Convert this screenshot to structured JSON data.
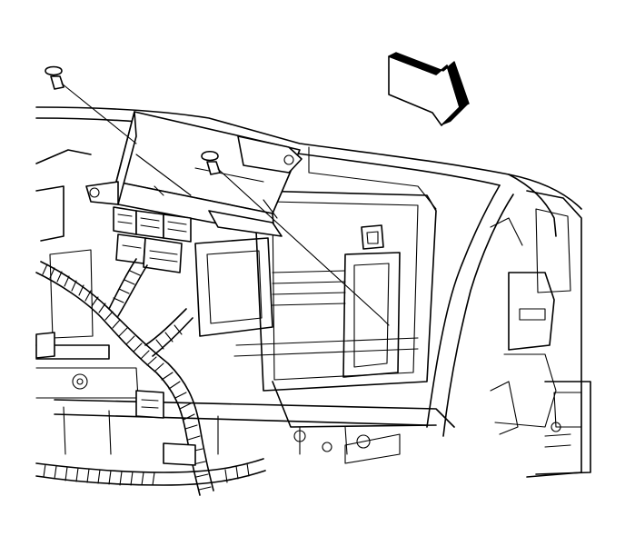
{
  "diagram": {
    "kind": "line-art",
    "colors": {
      "stroke": "#000000",
      "background": "#ffffff",
      "arrow_shade": "#000000"
    },
    "parts": [
      "module-bracket",
      "module-bolt-upper",
      "module-bolt-lower",
      "direction-arrow",
      "wiring-harness",
      "instrument-panel-carrier",
      "right-side-panel"
    ]
  }
}
